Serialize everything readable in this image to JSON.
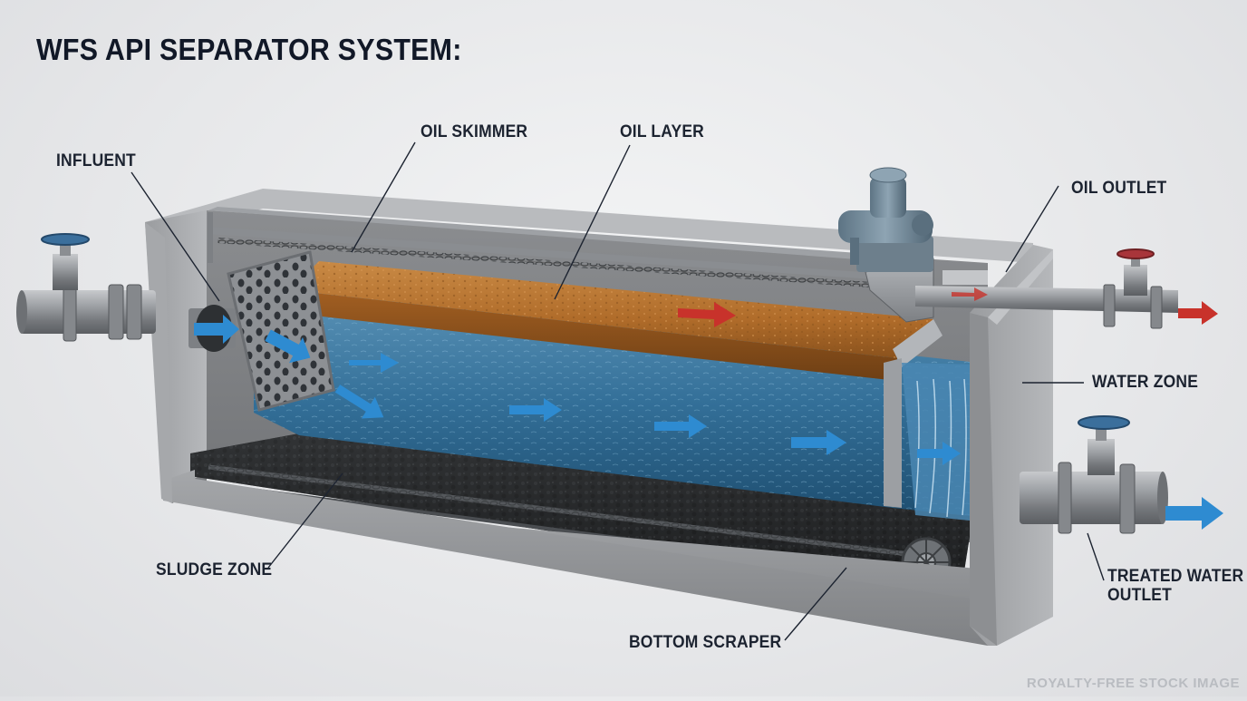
{
  "title": "WFS API SEPARATOR SYSTEM:",
  "labels": {
    "influent": "INFLUENT",
    "oil_skimmer": "OIL SKIMMER",
    "oil_layer": "OIL LAYER",
    "oil_outlet": "OIL OUTLET",
    "water_zone": "WATER ZONE",
    "sludge_zone": "SLUDGE ZONE",
    "bottom_scraper": "BOTTOM SCRAPER",
    "treated_water_outlet_line1": "TREATED WATER",
    "treated_water_outlet_line2": "OUTLET"
  },
  "watermark": "ROYALTY-FREE STOCK IMAGE",
  "colors": {
    "concrete": "#8e9093",
    "water": "#2f6d93",
    "oil": "#b8742e",
    "sludge": "#1d1f21",
    "flow_arrow": "#2e8bd1",
    "oil_arrow": "#c8322b",
    "valve_handle_blue": "#3b6f9c",
    "valve_handle_red": "#a8353a",
    "label_text": "#1c2330"
  },
  "icons": {
    "flow": "flow-arrow-icon",
    "oil_flow": "oil-flow-arrow-icon",
    "valve": "valve-handwheel-icon",
    "motor": "skimmer-motor-icon"
  }
}
